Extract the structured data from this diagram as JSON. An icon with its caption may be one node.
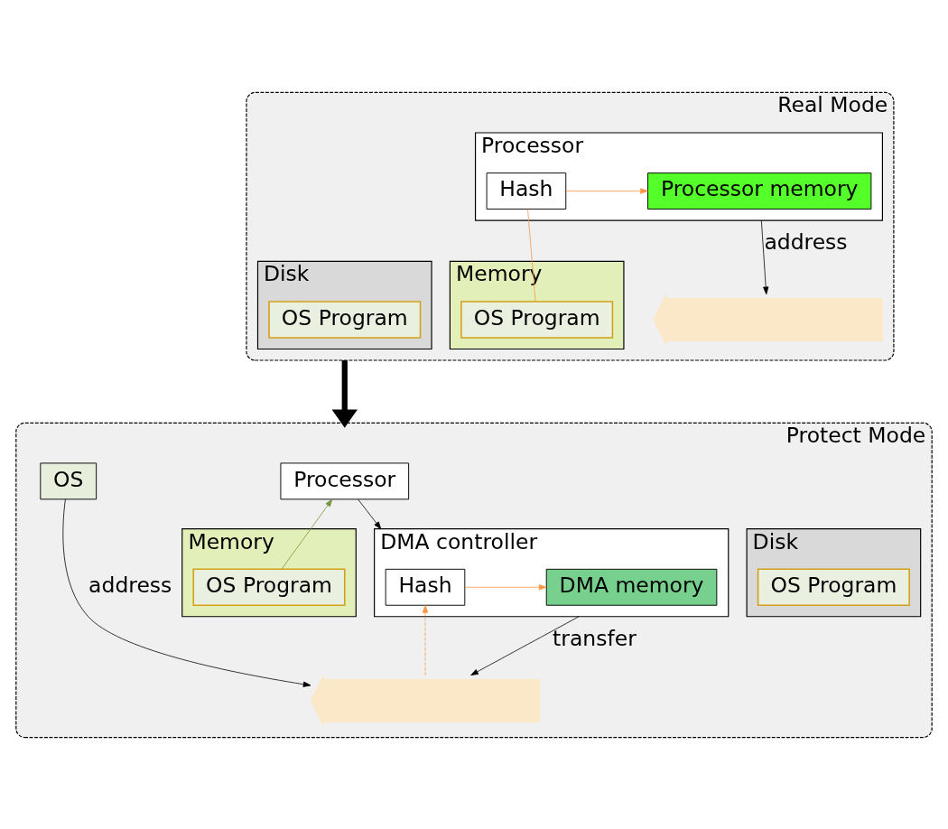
{
  "diagram": {
    "nodes": [
      {
        "text": [
          "Real Mode"
        ]
      },
      {
        "text": [
          "Processor"
        ],
        "in": 0
      },
      {
        "text": [
          "Hash"
        ],
        "in": 1
      },
      {
        "text": [
          "Processor memory"
        ],
        "in": 1
      },
      {
        "text": [
          "Memory"
        ],
        "in": 0
      },
      {
        "text": [
          "OS Program"
        ],
        "in": 4
      },
      {
        "text": [],
        "shape": "arrow",
        "in": 0
      },
      {
        "text": [
          "Disk"
        ],
        "in": 0
      },
      {
        "text": [
          "OS Program"
        ],
        "in": 7
      },
      {
        "text": [
          "Protect Mode"
        ]
      },
      {
        "text": [
          "Processor"
        ],
        "in": 9
      },
      {
        "text": [
          "OS"
        ],
        "in": 9
      },
      {
        "text": [
          "Memory"
        ],
        "in": 9
      },
      {
        "text": [
          "OS Program"
        ],
        "in": 12
      },
      {
        "text": [
          "DMA controller"
        ],
        "in": 9
      },
      {
        "text": [
          "Hash"
        ],
        "in": 14
      },
      {
        "text": [
          "DMA memory"
        ],
        "in": 14
      },
      {
        "text": [],
        "shape": "arrow",
        "in": 9
      },
      {
        "text": [
          "Disk"
        ],
        "in": 9
      },
      {
        "text": [
          "OS Program"
        ],
        "in": 18
      }
    ],
    "edges": [
      {
        "from": 2,
        "to": 3,
        "arrow": "to",
        "color": "#f79646"
      },
      {
        "from": 2,
        "to": 5,
        "arrow": "none",
        "color": "#f79646"
      },
      {
        "from": 1,
        "to": 6,
        "arrow": "to",
        "label": "address",
        "color": "#000000"
      },
      {
        "from": 0,
        "to": 9,
        "arrow": "to",
        "style": "thick"
      },
      {
        "from": 13,
        "to": 10,
        "arrow": "to",
        "color": "#77933c"
      },
      {
        "from": 10,
        "to": 14,
        "arrow": "to",
        "color": "#000000"
      },
      {
        "from": 15,
        "to": 16,
        "arrow": "to",
        "color": "#f79646"
      },
      {
        "from": 17,
        "to": 15,
        "arrow": "to",
        "style": "dashed",
        "color": "#f79646"
      },
      {
        "from": 11,
        "to": 17,
        "arrow": "to",
        "label": "address",
        "color": "#000000"
      },
      {
        "from": 14,
        "to": 17,
        "arrow": "to",
        "label": "transfer",
        "color": "#000000"
      }
    ]
  }
}
